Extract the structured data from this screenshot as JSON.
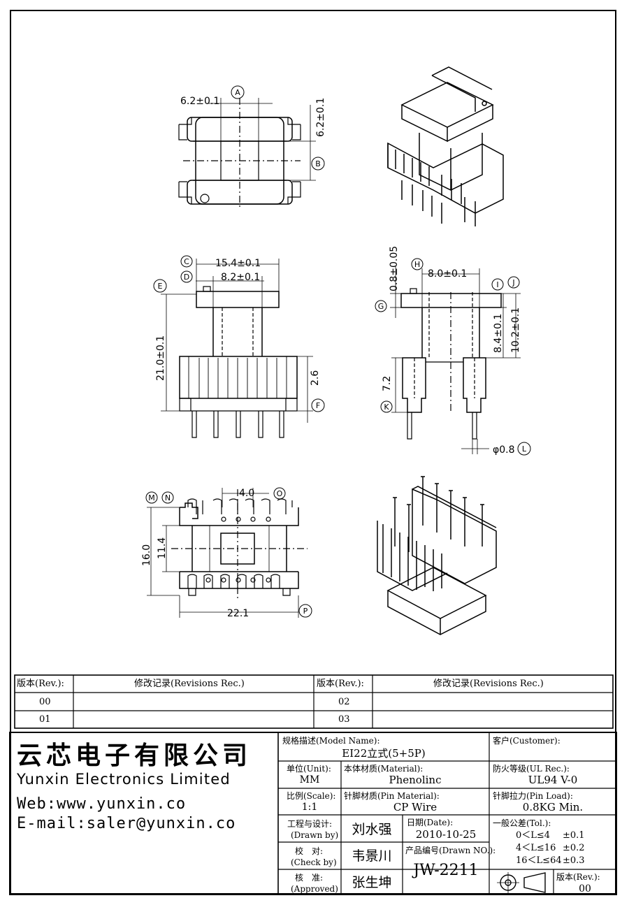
{
  "dims": {
    "top_w": "6.2±0.1",
    "top_h": "6.2±0.1",
    "front_overall_w": "15.4±0.1",
    "front_inner_w": "8.2±0.1",
    "front_h": "21.0±0.1",
    "front_pin_len": "2.6",
    "side_flange_t": "0.8±0.05",
    "side_w": "8.0±0.1",
    "side_h1": "8.4±0.1",
    "side_h2": "10.2±0.1",
    "side_base_h": "7.2",
    "pin_dia": "φ0.8",
    "bottom_pitch": "4.0",
    "bottom_h_outer": "16.0",
    "bottom_h_inner": "11.4",
    "bottom_w": "22.1"
  },
  "markers": [
    "A",
    "B",
    "C",
    "D",
    "E",
    "F",
    "G",
    "H",
    "I",
    "J",
    "K",
    "L",
    "M",
    "N",
    "O",
    "P"
  ],
  "revisions": {
    "header_rev": "版本(Rev.):",
    "header_rec": "修改记录(Revisions Rec.)",
    "rows": [
      {
        "left": "00",
        "right": "02"
      },
      {
        "left": "01",
        "right": "03"
      }
    ]
  },
  "company": {
    "name_cn": "云芯电子有限公司",
    "name_en": "Yunxin Electronics Limited",
    "web": "Web:www.yunxin.co",
    "email": "E-mail:saler@yunxin.co"
  },
  "title_block": {
    "model_label": "规格描述(Model Name):",
    "model_value": "EI22立式(5+5P)",
    "customer_label": "客户(Customer):",
    "customer_value": "",
    "unit_label": "单位(Unit):",
    "unit_value": "MM",
    "material_label": "本体材质(Material):",
    "material_value": "Phenolinc",
    "ul_label": "防火等级(UL Rec.):",
    "ul_value": "UL94 V-0",
    "scale_label": "比例(Scale):",
    "scale_value": "1:1",
    "pin_material_label": "针脚材质(Pin Material):",
    "pin_material_value": "CP Wire",
    "pin_load_label": "针脚拉力(Pin Load):",
    "pin_load_value": "0.8KG Min.",
    "drawn_label_cn": "工程与设计:",
    "drawn_label_en": "(Drawn by)",
    "drawn_value": "刘水强",
    "date_label": "日期(Date):",
    "date_value": "2010-10-25",
    "check_label_cn": "校　对:",
    "check_label_en": "(Check by)",
    "check_value": "韦景川",
    "drawn_no_label": "产品编号(Drawn NO.):",
    "drawn_no_value": "JW-2211",
    "approved_label_cn": "核　准:",
    "approved_label_en": "(Approved)",
    "approved_value": "张生坤",
    "tol_label": "一般公差(Tol.):",
    "tol_rows": [
      {
        "range": "0＜L≤4",
        "tol": "±0.1"
      },
      {
        "range": "4＜L≤16",
        "tol": "±0.2"
      },
      {
        "range": "16＜L≤64",
        "tol": "±0.3"
      }
    ],
    "rev_label": "版本(Rev.):",
    "rev_value": "00"
  }
}
